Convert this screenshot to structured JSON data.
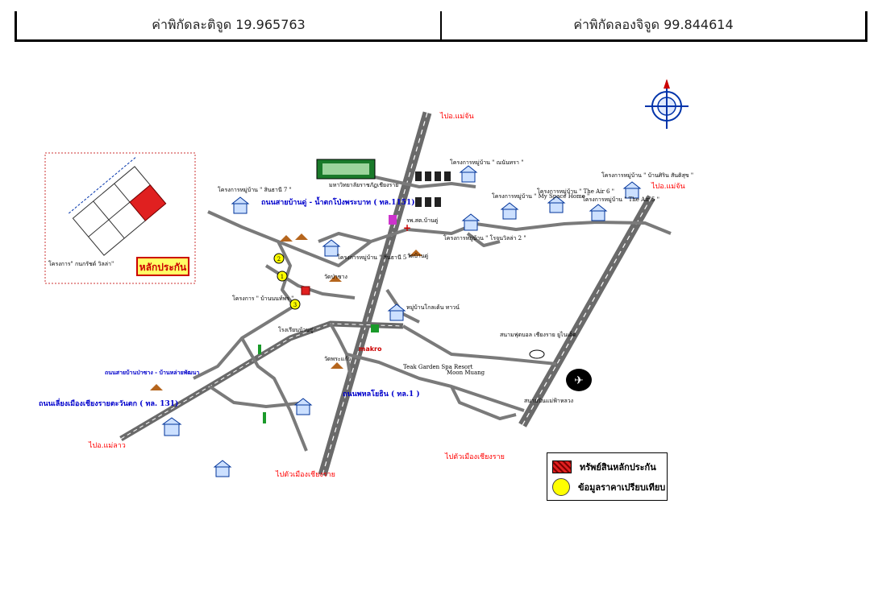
{
  "coordinates": {
    "latitude_label": "ค่าพิกัดละติจูด 19.965763",
    "longitude_label": "ค่าพิกัดลองจิจูด 99.844614"
  },
  "inset": {
    "project_label": "โครงการ\" กนกรัชด์ วิลล่า\"",
    "collateral_tag": "หลักประกัน"
  },
  "map_labels": {
    "to_mae_chan_top": "ไปอ.แม่จัน",
    "to_mae_chan_right": "ไปอ.แม่จัน",
    "to_mae_lao": "ไปอ.แม่ลาว",
    "to_chiang_rai_bottom": "ไปตัวเมืองเชียงราย",
    "to_chiang_rai_right": "ไปตัวเมืองเชียงราย",
    "road_ban_du": "ถนนสายบ้านดู่ - น้ำตกโป่งพระบาท ( ทล.1151)",
    "road_phahonyothin": "ถนนพหลโยธิน ( ทล.1 )",
    "road_bypass": "ถนนเลี่ยงเมืองเชียงรายตะวันตก ( ทล. 131)",
    "road_ban_pa_sang": "ถนนสายบ้านป่าซาง - บ้านหล่ายพัฒนา",
    "university": "มหาวิทยาลัยราชภัฏเชียงราย",
    "school_ban_du": "โรงเรียนบ้านดู่",
    "airport": "สนามบินแม่ฟ้าหลวง",
    "stadium": "สนามฟุตบอล เชียงราย ยูไนเต็ด",
    "teak_garden": "Teak Garden Spa Resort",
    "moon_muang": "Moon Muang",
    "makro": "makro",
    "hospital": "รพ.สต.บ้านดู่",
    "project_sinthani7": "โครงการหมู่บ้าน \" สินธานี 7 \"",
    "project_sinthani5": "โครงการหมู่บ้าน \" สินธานี 5 \"",
    "project_my_space": "โครงการหมู่บ้าน \" My Space Home \"",
    "project_the_air6": "โครงการหมู่บ้าน \" The Air 6 \"",
    "project_the_air5": "โครงการหมู่บ้าน \" The Air 5 \"",
    "project_ban_sirin": "โครงการหมู่บ้าน \" บ้านศิริน สันติสุข \"",
    "project_nanthra": "โครงการหมู่บ้าน \" ณนันทรา \"",
    "project_rojana2": "โครงการหมู่บ้าน \" โรจนวิลล่า 2 \"",
    "project_ban_nanthop": "โครงการ \" บ้านนนท์พร \"",
    "village_town": "หมู่บ้านโกลเด้น ทาวน์",
    "wat_ban_du": "วัดบ้านดู่",
    "wat_pa_sang": "วัดป่าซาง",
    "wat_pa_kaeo": "วัดพระแก้ว",
    "legend_collateral": "ทรัพย์สินหลักประกัน",
    "legend_comparable": "ข้อมูลราคาเปรียบเทียบ"
  },
  "markers": [
    {
      "number": "1"
    },
    {
      "number": "2"
    },
    {
      "number": "3"
    }
  ],
  "colors": {
    "road": "#7a7a7a",
    "highway": "#6a6a6a",
    "collateral": "#e02020",
    "comparable": "#ffff00",
    "label_red": "#ff0000",
    "label_blue": "#0000cc"
  }
}
